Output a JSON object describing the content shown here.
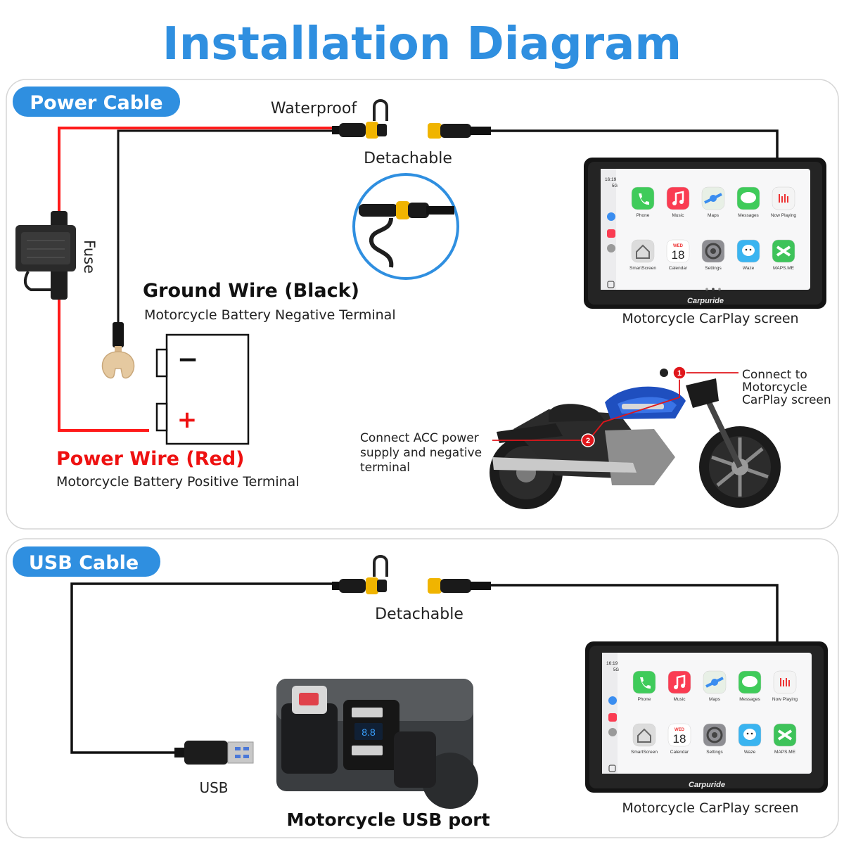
{
  "title": "Installation Diagram",
  "colors": {
    "accent": "#2f8fe0",
    "wire_red": "#ff1a1a",
    "wire_black": "#111111",
    "connector_yellow": "#f0b400",
    "text_red": "#ee1111",
    "panel_border": "#d6d6d6",
    "fuse_grey": "#2a2a2a",
    "terminal_beige": "#e5c9a0"
  },
  "power_section": {
    "pill": "Power Cable",
    "waterproof": "Waterproof",
    "detachable": "Detachable",
    "fuse": "Fuse",
    "ground_wire": "Ground Wire (Black)",
    "ground_terminal": "Motorcycle Battery Negative Terminal",
    "power_wire": "Power Wire (Red)",
    "power_terminal": "Motorcycle Battery Positive Terminal",
    "battery_minus": "−",
    "battery_plus": "+",
    "screen_caption": "Motorcycle CarPlay screen",
    "connect_screen": [
      "Connect to",
      "Motorcycle",
      "CarPlay screen"
    ],
    "connect_acc": [
      "Connect ACC power",
      "supply and negative",
      "terminal"
    ],
    "marker_1": "1",
    "marker_2": "2"
  },
  "usb_section": {
    "pill": "USB Cable",
    "detachable": "Detachable",
    "usb": "USB",
    "usb_port": "Motorcycle USB port",
    "screen_caption": "Motorcycle CarPlay screen"
  },
  "carplay": {
    "time": "16:19",
    "signal": "5G",
    "brand": "Carpuride",
    "calendar_day": "WED",
    "calendar_date": "18",
    "apps": [
      {
        "label": "Phone",
        "color": "#3fcb5a",
        "icon": "phone-icon"
      },
      {
        "label": "Music",
        "color": "#fa3c52",
        "icon": "music-icon"
      },
      {
        "label": "Maps",
        "color": "#e8f0e6",
        "icon": "maps-icon"
      },
      {
        "label": "Messages",
        "color": "#3fcb5a",
        "icon": "messages-icon"
      },
      {
        "label": "Now Playing",
        "color": "#f4f4f4",
        "icon": "now-playing-icon"
      },
      {
        "label": "SmartScreen",
        "color": "#dcdcdc",
        "icon": "home-icon"
      },
      {
        "label": "Calendar",
        "color": "#ffffff",
        "icon": "calendar-icon"
      },
      {
        "label": "Settings",
        "color": "#8e8e93",
        "icon": "gear-icon"
      },
      {
        "label": "Waze",
        "color": "#3ab4f0",
        "icon": "waze-icon"
      },
      {
        "label": "MAPS.ME",
        "color": "#3ec35a",
        "icon": "maps-me-icon"
      }
    ]
  }
}
